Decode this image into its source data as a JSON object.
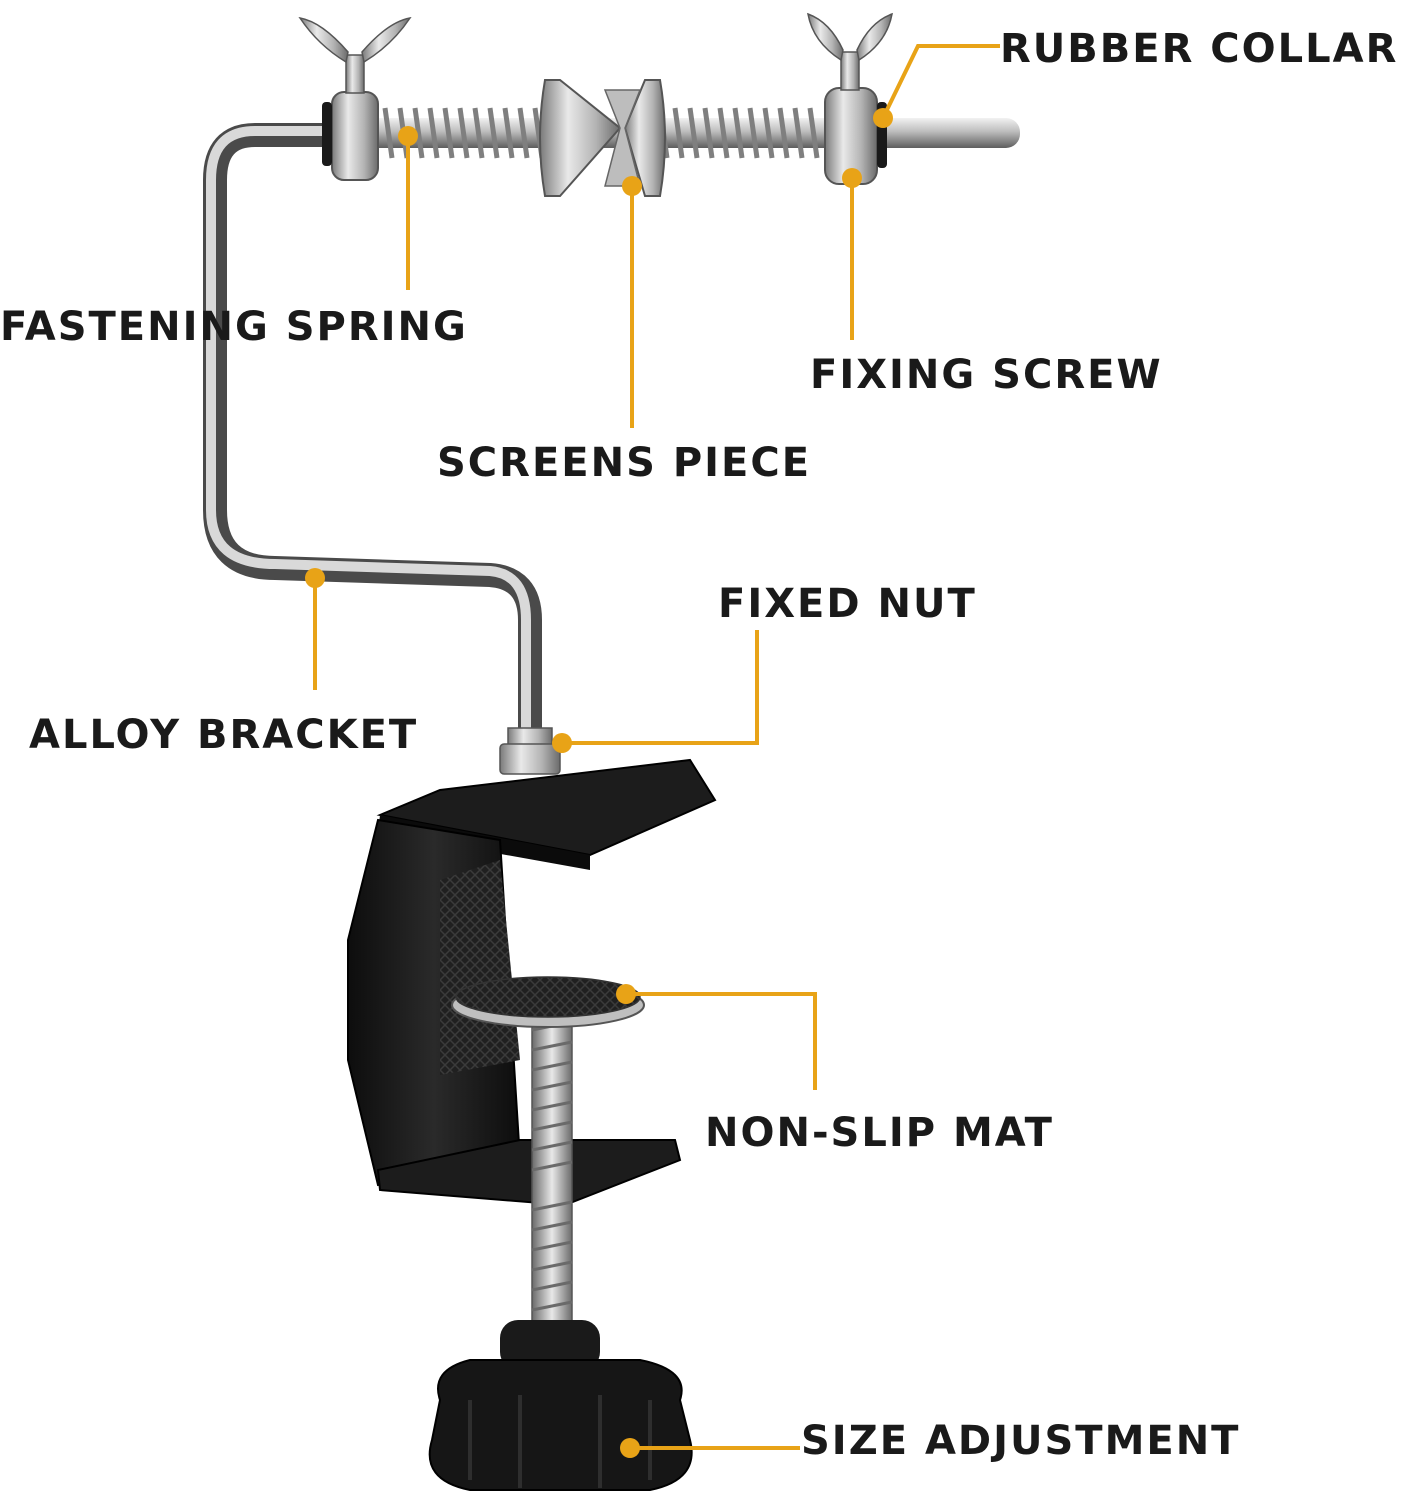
{
  "labels": {
    "rubber_collar": "RUBBER COLLAR",
    "fastening_spring": "FASTENING SPRING",
    "fixing_screw": "FIXING SCREW",
    "screens_piece": "SCREENS PIECE",
    "fixed_nut": "FIXED NUT",
    "alloy_bracket": "ALLOY BRACKET",
    "non_slip_mat": "NON-SLIP MAT",
    "size_adjustment": "SIZE ADJUSTMENT"
  },
  "colors": {
    "leader": "#e8a317",
    "steel_light": "#e6e6e6",
    "steel_mid": "#a9a9a9",
    "steel_dark": "#5c5c5c",
    "clamp": "#141414",
    "text": "#1a1a1a"
  }
}
